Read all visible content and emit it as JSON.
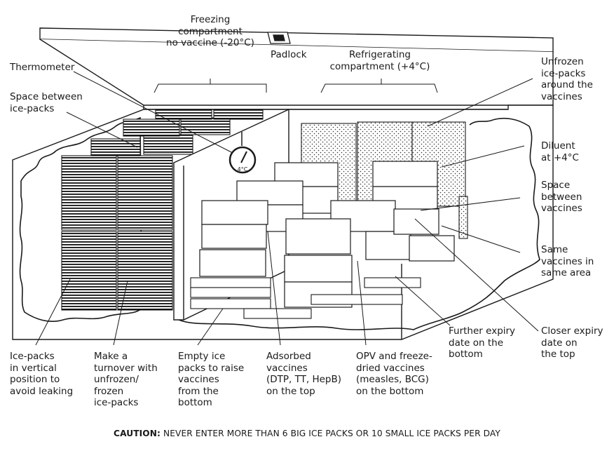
{
  "labels": {
    "freezing": "Freezing\ncompartment\nno vaccine (-20°C)",
    "padlock": "Padlock",
    "refrigerating": "Refrigerating\ncompartment (+4°C)",
    "thermometer": "Thermometer",
    "space_ice": "Space between\nice-packs",
    "unfrozen": "Unfrozen\nice-packs\naround the\nvaccines",
    "diluent": "Diluent\nat +4°C",
    "space_vaccines": "Space\nbetween\nvaccines",
    "same_vaccines": "Same\nvaccines in\nsame area",
    "icepacks_vertical": "Ice-packs\nin vertical\nposition to\navoid leaking",
    "turnover": "Make a\nturnover with\nunfrozen/\nfrozen\nice-packs",
    "empty_ice": "Empty ice\npacks to raise\nvaccines\nfrom the\nbottom",
    "adsorbed": "Adsorbed\nvaccines\n(DTP, TT, HepB)\non the top",
    "opv": "OPV and freeze-\ndried vaccines\n(measles, BCG)\non the bottom",
    "further": "Further expiry\ndate on the\nbottom",
    "closer": "Closer expiry\ndate on\nthe top",
    "thermo_reading": "4°C"
  },
  "caution": {
    "heading": "CAUTION:",
    "text": "NEVER ENTER MORE THAN 6 BIG ICE PACKS OR 10 SMALL ICE PACKS PER DAY"
  }
}
